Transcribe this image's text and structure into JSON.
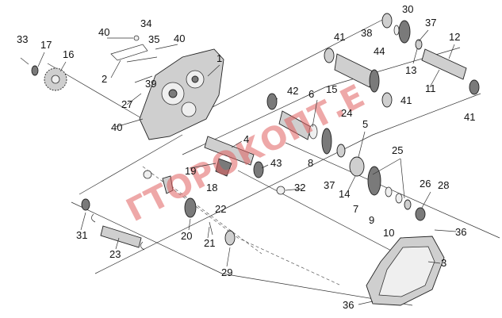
{
  "watermark": "ГТОРОКОПТ.Е",
  "part_numbers": [
    "1",
    "2",
    "3",
    "4",
    "5",
    "6",
    "7",
    "8",
    "9",
    "10",
    "11",
    "12",
    "13",
    "14",
    "15",
    "16",
    "17",
    "18",
    "19",
    "20",
    "21",
    "22",
    "23",
    "24",
    "25",
    "26",
    "27",
    "28",
    "29",
    "30",
    "31",
    "32",
    "33",
    "34",
    "35",
    "36",
    "37",
    "38",
    "39",
    "40",
    "41",
    "42",
    "43",
    "44"
  ]
}
